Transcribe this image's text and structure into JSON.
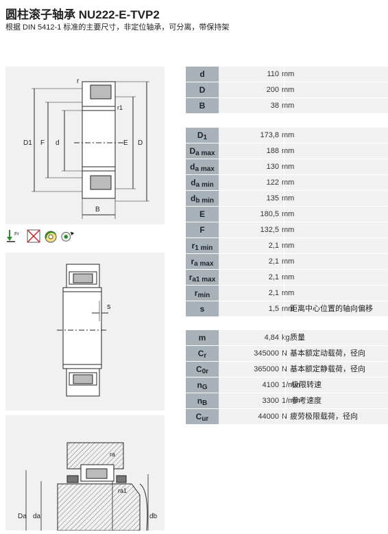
{
  "header": {
    "title": "圆柱滚子轴承 NU222-E-TVP2",
    "subtitle": "根据 DIN 5412-1 标准的主要尺寸，非定位轴承，可分离，带保持架"
  },
  "drawing": {
    "labels": {
      "r": "r",
      "r1": "r1",
      "D1": "D1",
      "F": "F",
      "d": "d",
      "E": "E",
      "D": "D",
      "B": "B",
      "s": "s",
      "ra": "ra",
      "ra1": "ra1",
      "Da": "Da",
      "da": "da",
      "db": "db"
    }
  },
  "icons": [
    "axial-load-icon",
    "no-lubrication-icon",
    "speed-icon",
    "mounting-icon"
  ],
  "groups": [
    {
      "rows": [
        {
          "sym": "d",
          "sub": "",
          "value": "110",
          "unit": "mm",
          "desc": ""
        },
        {
          "sym": "D",
          "sub": "",
          "value": "200",
          "unit": "mm",
          "desc": ""
        },
        {
          "sym": "B",
          "sub": "",
          "value": "38",
          "unit": "mm",
          "desc": ""
        }
      ]
    },
    {
      "rows": [
        {
          "sym": "D",
          "sub": "1",
          "value": "173,8",
          "unit": "mm",
          "desc": ""
        },
        {
          "sym": "D",
          "sub": "a max",
          "value": "188",
          "unit": "mm",
          "desc": ""
        },
        {
          "sym": "d",
          "sub": "a max",
          "value": "130",
          "unit": "mm",
          "desc": ""
        },
        {
          "sym": "d",
          "sub": "a min",
          "value": "122",
          "unit": "mm",
          "desc": ""
        },
        {
          "sym": "d",
          "sub": "b min",
          "value": "135",
          "unit": "mm",
          "desc": ""
        },
        {
          "sym": "E",
          "sub": "",
          "value": "180,5",
          "unit": "mm",
          "desc": ""
        },
        {
          "sym": "F",
          "sub": "",
          "value": "132,5",
          "unit": "mm",
          "desc": ""
        },
        {
          "sym": "r",
          "sub": "1 min",
          "value": "2,1",
          "unit": "mm",
          "desc": ""
        },
        {
          "sym": "r",
          "sub": "a max",
          "value": "2,1",
          "unit": "mm",
          "desc": ""
        },
        {
          "sym": "r",
          "sub": "a1 max",
          "value": "2,1",
          "unit": "mm",
          "desc": ""
        },
        {
          "sym": "r",
          "sub": "min",
          "value": "2,1",
          "unit": "mm",
          "desc": ""
        },
        {
          "sym": "s",
          "sub": "",
          "value": "1,5",
          "unit": "mm",
          "desc": "距离中心位置的轴向偏移"
        }
      ]
    },
    {
      "rows": [
        {
          "sym": "m",
          "sub": "",
          "value": "4,84",
          "unit": "kg",
          "desc": "质量"
        },
        {
          "sym": "C",
          "sub": "r",
          "value": "345000",
          "unit": "N",
          "desc": "基本额定动载荷，径向"
        },
        {
          "sym": "C",
          "sub": "0r",
          "value": "365000",
          "unit": "N",
          "desc": "基本额定静载荷，径向"
        },
        {
          "sym": "n",
          "sub": "G",
          "value": "4100",
          "unit": "1/min",
          "desc": "极限转速"
        },
        {
          "sym": "n",
          "sub": "B",
          "value": "3300",
          "unit": "1/min",
          "desc": "参考速度"
        },
        {
          "sym": "C",
          "sub": "ur",
          "value": "44000",
          "unit": "N",
          "desc": "疲劳极限载荷，径向"
        }
      ]
    }
  ]
}
